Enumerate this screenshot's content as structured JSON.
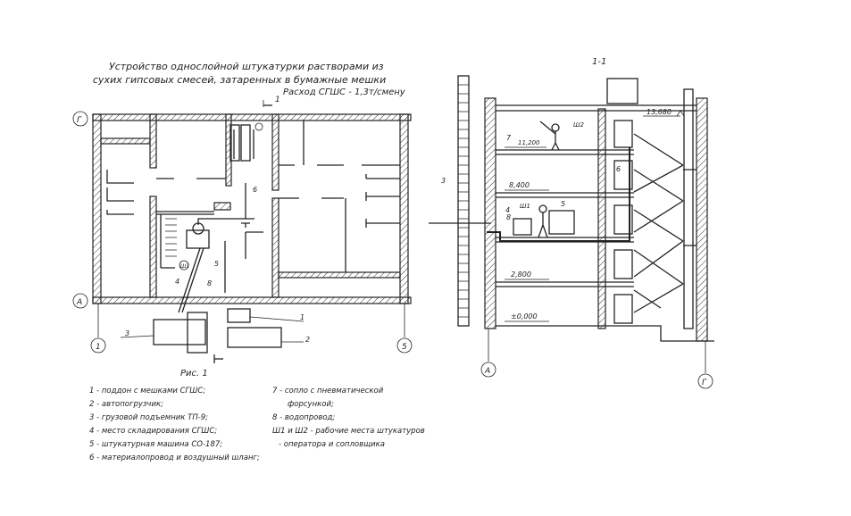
{
  "title": {
    "line1": "Устройство однослойной штукатурки растворами из",
    "line2": "сухих гипсовых смесей, затаренных в бумажные мешки",
    "line3": "Расход СГШС - 1,3т/смену"
  },
  "plan": {
    "caption": "Рис. 1",
    "section_mark": "1",
    "axes": [
      "Г",
      "А",
      "1",
      "5"
    ],
    "callouts": [
      "1",
      "2",
      "3",
      "4",
      "5",
      "6",
      "8",
      "Ш1"
    ]
  },
  "section": {
    "title": "1-1",
    "levels": [
      "13,680",
      "11,200",
      "8,400",
      "2,800",
      "±0,000"
    ],
    "axes": [
      "А",
      "Г"
    ],
    "callouts": [
      "3",
      "4",
      "5",
      "6",
      "7",
      "8",
      "Ш1",
      "Ш2"
    ]
  },
  "legend": {
    "left": [
      "1 - поддон с мешками СГШС;",
      "2 - автопогрузчик;",
      "3 - грузовой подъемник ТП-9;",
      "4 - место складирования СГШС;",
      "5 - штукатурная машина СО-187;",
      "6 - материалопровод и воздушный шланг;"
    ],
    "right": [
      "7 - сопло с пневматической",
      "форсункой;",
      "8 - водопровод;",
      "Ш1 и Ш2 - рабочие места штукатуров",
      "- оператора и сопловщика"
    ]
  }
}
